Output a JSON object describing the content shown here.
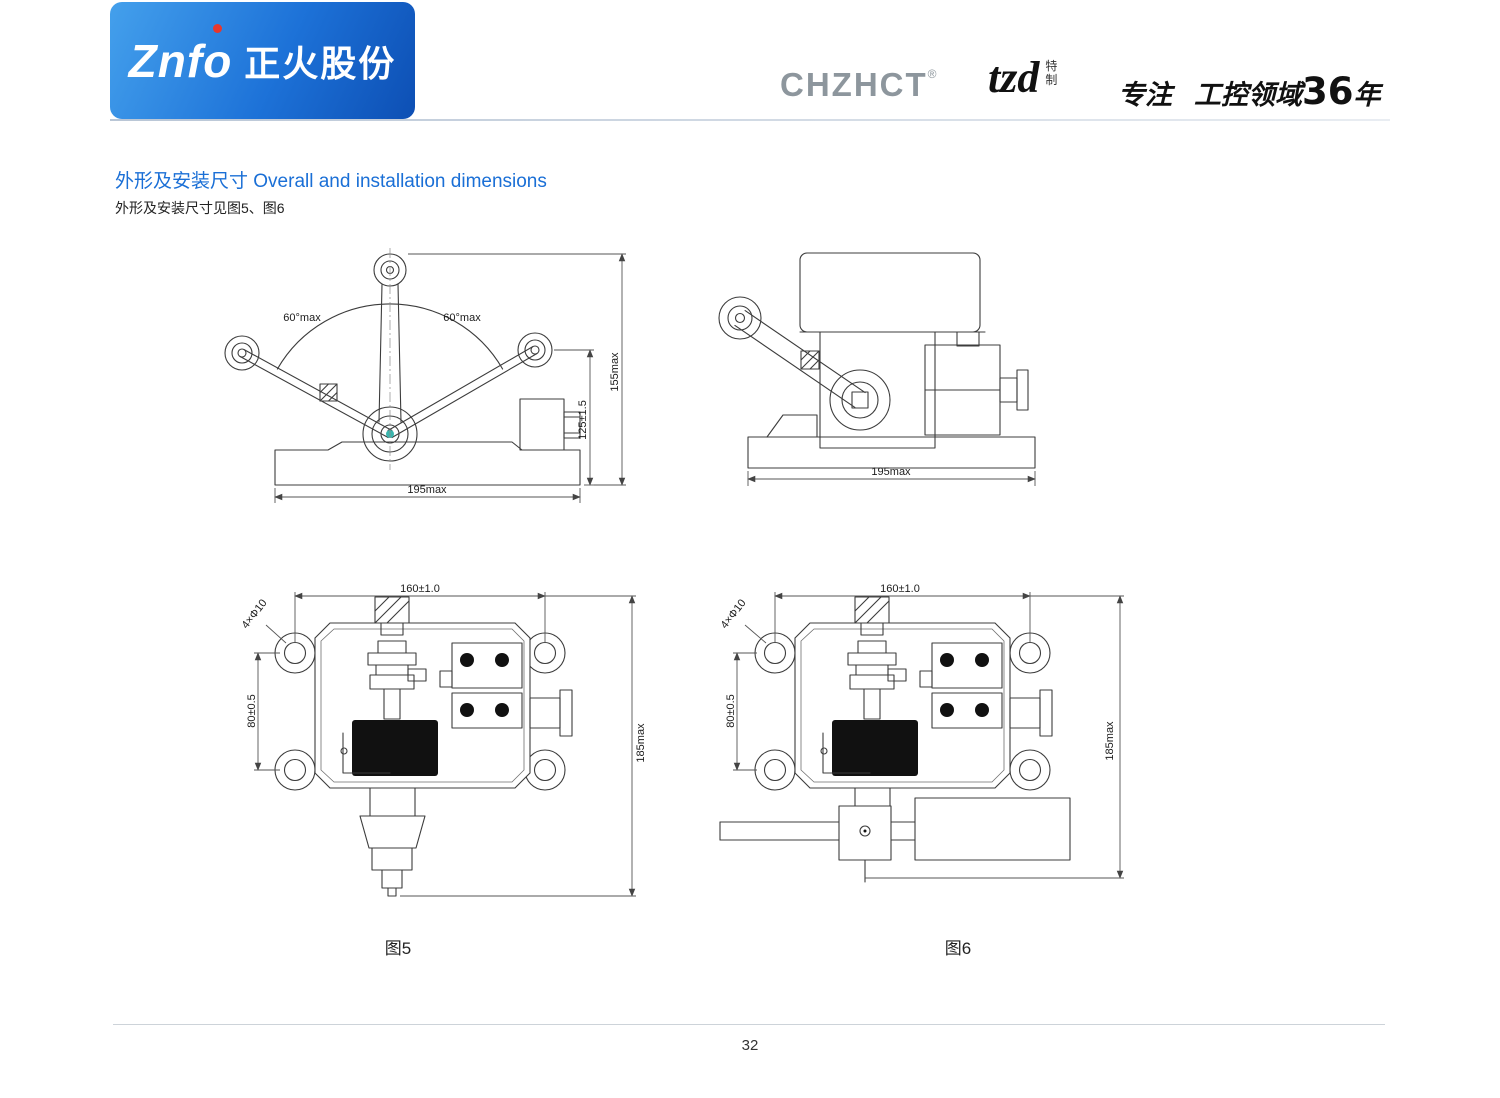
{
  "header": {
    "logo": {
      "latin": "Znfo",
      "cn": "正火股份"
    },
    "brand": {
      "name": "CHZHCT",
      "reg": "®"
    },
    "sub_brand": {
      "name": "tzd",
      "tag": "特制"
    },
    "tagline": {
      "prefix": "专注",
      "middle": "工控领域",
      "num": "36",
      "suffix": "年"
    }
  },
  "section": {
    "title": "外形及安装尺寸 Overall and installation dimensions",
    "subtitle": "外形及安装尺寸见图5、图6"
  },
  "figures": {
    "front_view": {
      "angle_left": "60°max",
      "angle_right": "60°max",
      "dim_inner_height": "125±1.5",
      "dim_total_height": "155max",
      "dim_width": "195max"
    },
    "side_view": {
      "dim_width": "195max"
    },
    "fig5": {
      "caption": "图5",
      "dim_width": "160±1.0",
      "dim_holes": "4×Φ10",
      "dim_hole_spacing": "80±0.5",
      "dim_total_height": "185max"
    },
    "fig6": {
      "caption": "图6",
      "dim_width": "160±1.0",
      "dim_holes": "4×Φ10",
      "dim_hole_spacing": "80±0.5",
      "dim_total_height": "185max"
    }
  },
  "footer": {
    "page_number": "32"
  },
  "colors": {
    "title_blue": "#1a6fd6",
    "banner_start": "#44a0ec",
    "banner_end": "#0d4fb4",
    "rule_gray": "#cdd3d9",
    "pivot_teal": "#3ab5ad",
    "logo_red": "#e8372c"
  }
}
